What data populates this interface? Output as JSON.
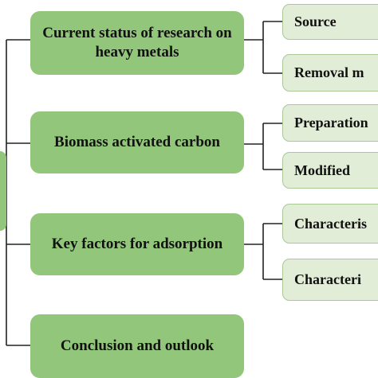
{
  "diagram": {
    "main_topics": [
      {
        "label": "Current status of research on heavy metals",
        "children": [
          "Source",
          "Removal m"
        ]
      },
      {
        "label": "Biomass activated carbon",
        "children": [
          "Preparation",
          "Modified"
        ]
      },
      {
        "label": "Key factors for adsorption",
        "children": [
          "Characteris",
          "Characteri"
        ]
      },
      {
        "label": "Conclusion and outlook",
        "children": []
      }
    ],
    "colors": {
      "main_fill": "#92c67b",
      "sub_fill": "#e1edd7",
      "sub_border": "#a9c997",
      "connector": "#222222"
    }
  }
}
